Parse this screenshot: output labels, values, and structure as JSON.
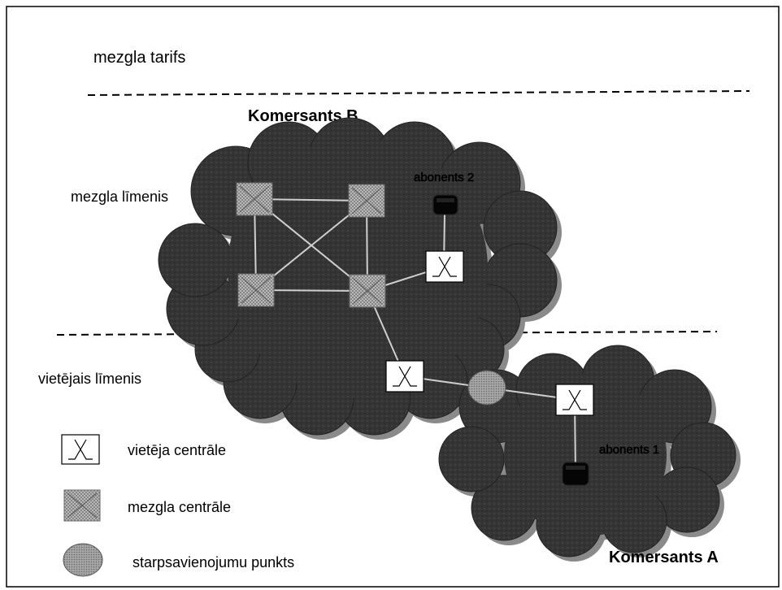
{
  "title": "mezgla tarifs",
  "operator_b": "Komersants B",
  "operator_a": "Komersants A",
  "levels": {
    "node": "mezgla līmenis",
    "local": "vietējais līmenis"
  },
  "subscribers": {
    "sub2": "abonents 2",
    "sub1": "abonents 1"
  },
  "legend": {
    "local_exchange": "vietēja centrāle",
    "node_exchange": "mezgla centrāle",
    "interconnection_point": "starpsavienojumu punkts"
  },
  "colors": {
    "cloud": "#3a3a3a",
    "node_fill": "#b8b8b8",
    "local_fill": "#ffffff",
    "interconnect_fill": "#9a9a9a",
    "link": "#cfcfcf"
  }
}
